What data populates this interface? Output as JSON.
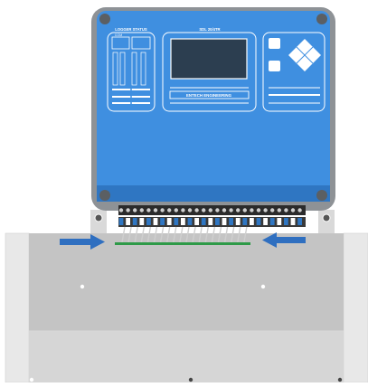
{
  "device": {
    "panel_left": {
      "title": "LOGGER STATUS",
      "subtitle": "COM"
    },
    "panel_center": {
      "title": "SDL 20/4TR",
      "brand": "ENTECH ENGINEERING"
    }
  },
  "colors": {
    "housing": "#3f8fe0",
    "housing_frame": "#8e9296",
    "line": "#ffffff",
    "screen": "#2c3e50",
    "terminal": "#2b2b2b",
    "arrow": "#2f6fc0",
    "rail": "#2e9a48",
    "box": "#c7c7c7",
    "box_side": "#e8e8e8"
  },
  "icons": [
    "corner-screw-icon",
    "keypad-button-icon",
    "diamond-nav-icon",
    "arrow-right-icon",
    "arrow-left-icon"
  ]
}
